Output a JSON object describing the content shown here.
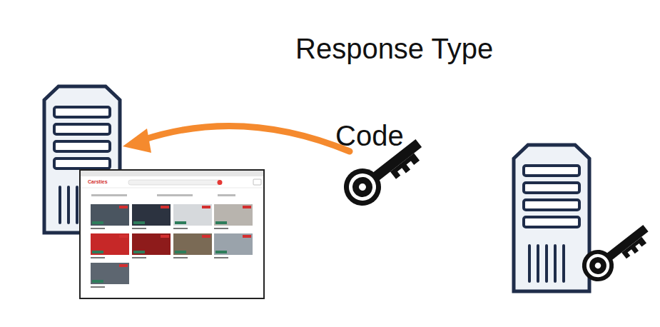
{
  "diagram": {
    "title": "Response Type",
    "labels": [
      "Code",
      "Carsties"
    ]
  }
}
